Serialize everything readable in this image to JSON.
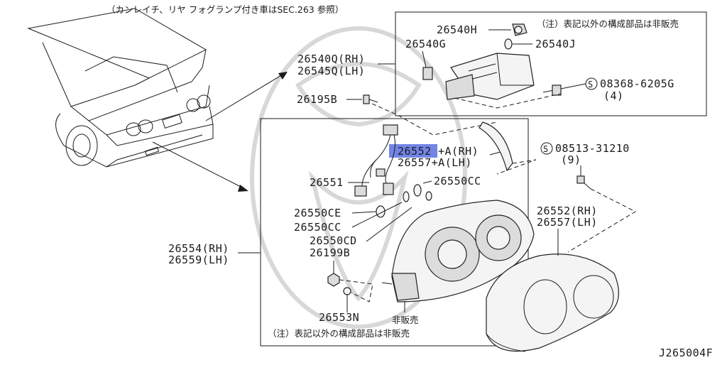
{
  "header_note": "（カンレイチ、リヤ フォグランプ付き車はSEC.263 参照）",
  "inset_note": "（注）表記以外の構成部品は非販売",
  "main_note": "（注）表記以外の構成部品は非販売",
  "not_sold": "非販売",
  "diagram_code": "J265004F",
  "labels": {
    "l26540H": "26540H",
    "l26540G": "26540G",
    "l26540J": "26540J",
    "l26540Q": "26540Q(RH)",
    "l26545Q": "26545Q(LH)",
    "l08368": "08368-6205G",
    "l08368q": "(4)",
    "l26195B": "26195B",
    "l26552_num": "26552",
    "l26552_sfx": "+A(RH)",
    "l26557A": "26557+A(LH)",
    "l08513": "08513-31210",
    "l08513q": "(9)",
    "l26551": "26551",
    "l26550CC": "26550CC",
    "l26550CE": "26550CE",
    "l26550CC2": "26550CC",
    "l26550CD": "26550CD",
    "l26554": "26554(RH)",
    "l26559": "26559(LH)",
    "l26199B": "26199B",
    "l26553N": "26553N",
    "l26552RH": "26552(RH)",
    "l26557LH": "26557(LH)",
    "s_circle": "S"
  },
  "colors": {
    "highlight": "#5b6ee1",
    "watermark": "#d8d8d8",
    "line": "#1a1a1a"
  }
}
